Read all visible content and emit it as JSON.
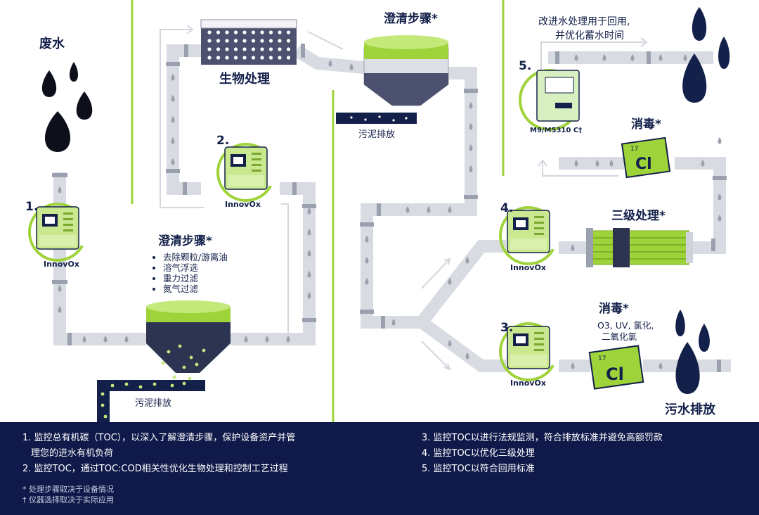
{
  "labels": {
    "wastewater": "废水",
    "bio_treatment": "生物处理",
    "clarify_top": "澄清步骤*",
    "clarify_left": "澄清步骤*",
    "sludge_top": "污泥排放",
    "sludge_bottom": "污泥排放",
    "disinfect_top": "消毒*",
    "disinfect_bottom": "消毒*",
    "disinfect_methods": [
      "O3, UV, 氯化,",
      "二氧化氯"
    ],
    "tertiary": "三级处理*",
    "effluent": "污水排放",
    "reuse": [
      "改进水处理用于回用,",
      "并优化蓄水时间"
    ],
    "clarify_bullets": [
      "去除颗粒/游离油",
      "溶气浮选",
      "重力过滤",
      "氮气过滤"
    ],
    "element_number": "17",
    "element_symbol": "Cl"
  },
  "devices": [
    {
      "number": "1.",
      "name": "InnovOx"
    },
    {
      "number": "2.",
      "name": "InnovOx"
    },
    {
      "number": "3.",
      "name": "InnovOx"
    },
    {
      "number": "4.",
      "name": "InnovOx"
    },
    {
      "number": "5.",
      "name": "M9/M5310 C†"
    }
  ],
  "footer": {
    "left": [
      "1. 监控总有机碳（TOC），以深入了解澄清步骤，保护设备资产并管",
      "   理您的进水有机负荷",
      "2. 监控TOC，通过TOC:COD相关性优化生物处理和控制工艺过程"
    ],
    "right": [
      "3. 监控TOC以进行法规监测，符合排放标准并避免高额罚款",
      "4. 监控TOC以优化三级处理",
      "5. 监控TOC以符合回用标准"
    ],
    "notes": [
      "* 处理步骤取决于设备情况",
      "† 仪器选择取决于实际应用"
    ]
  },
  "colors": {
    "navy": "#13204a",
    "green": "#9fd33a",
    "pipe": "#d8dbe2",
    "footer": "#0f1a4a"
  }
}
